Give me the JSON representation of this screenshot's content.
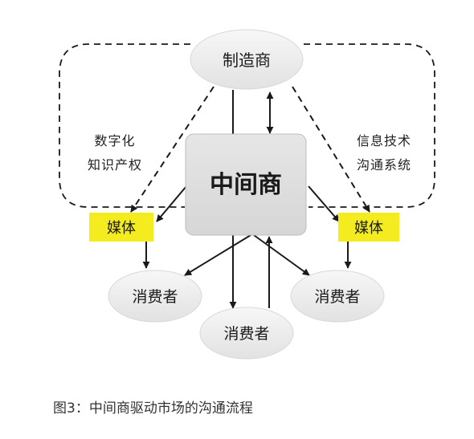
{
  "diagram": {
    "manufacturer": "制造商",
    "middleman": "中间商",
    "left_note": [
      "数字化",
      "知识产权"
    ],
    "right_note": [
      "信息技术",
      "沟通系统"
    ],
    "media_left": "媒体",
    "media_right": "媒体",
    "consumer_left": "消费者",
    "consumer_center": "消费者",
    "consumer_right": "消费者"
  },
  "colors": {
    "ellipse_fill": "#ececec",
    "middleman_fill": "#e0e0e0",
    "media_fill": "#f4ec1f",
    "line": "#1a1a1a"
  },
  "caption": "图3：中间商驱动市场的沟通流程"
}
